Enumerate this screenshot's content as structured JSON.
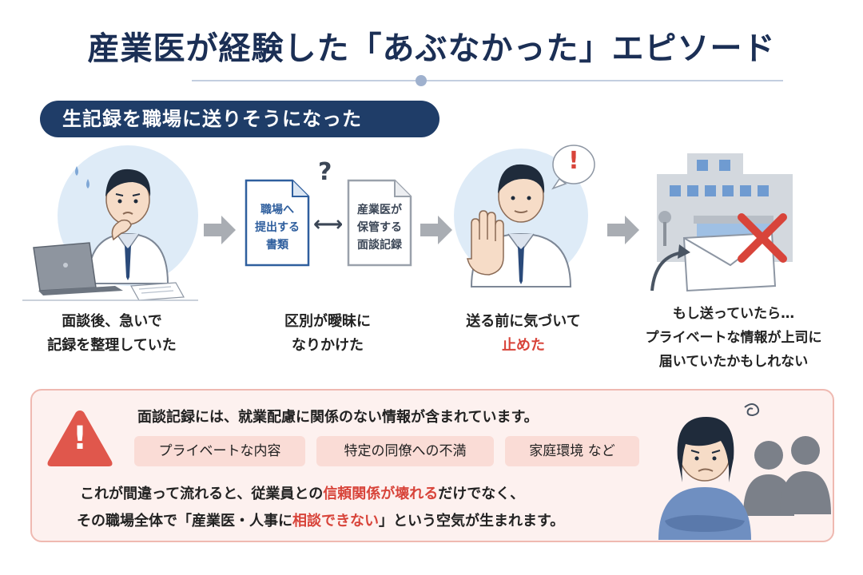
{
  "title": "産業医が経験した「あぶなかった」エピソード",
  "section_label": "生記録を職場に送りそうになった",
  "docs": {
    "doc1": {
      "line1": "職場へ",
      "line2": "提出する",
      "line3": "書類"
    },
    "doc2": {
      "line1": "産業医が",
      "line2": "保管する",
      "line3": "面談記録"
    },
    "question_mark": "?",
    "exchange_arrow": "⟷"
  },
  "alert_mark": "!",
  "steps": [
    {
      "line1": "面談後、急いで",
      "line2": "記録を整理していた"
    },
    {
      "line1": "区別が曖昧に",
      "line2": "なりかけた"
    },
    {
      "line1": "送る前に気づいて",
      "line2": "止めた"
    },
    {
      "line1": "もし送っていたら…",
      "line2": "プライベートな情報が上司に",
      "line3": "届いていたかもしれない"
    }
  ],
  "warning": {
    "icon_mark": "!",
    "headline": "面談記録には、就業配慮に関係のない情報が含まれています。",
    "tags": [
      "プライベートな内容",
      "特定の同僚への不満",
      "家庭環境 など"
    ],
    "body1_pre": "これが間違って流れると、従業員との",
    "body1_em": "信頼関係が壊れる",
    "body1_post": "だけでなく、",
    "body2_pre": "その職場全体で「産業医・人事に",
    "body2_em": "相談できない",
    "body2_post": "」という空気が生まれます。"
  },
  "colors": {
    "navy": "#1f3d68",
    "accent_red": "#d8443a",
    "warn_bg": "#fdf1ef",
    "tag_bg": "#fadcd6",
    "doc_blue": "#2f5f9e",
    "arrow_gray": "#a9adb3"
  }
}
